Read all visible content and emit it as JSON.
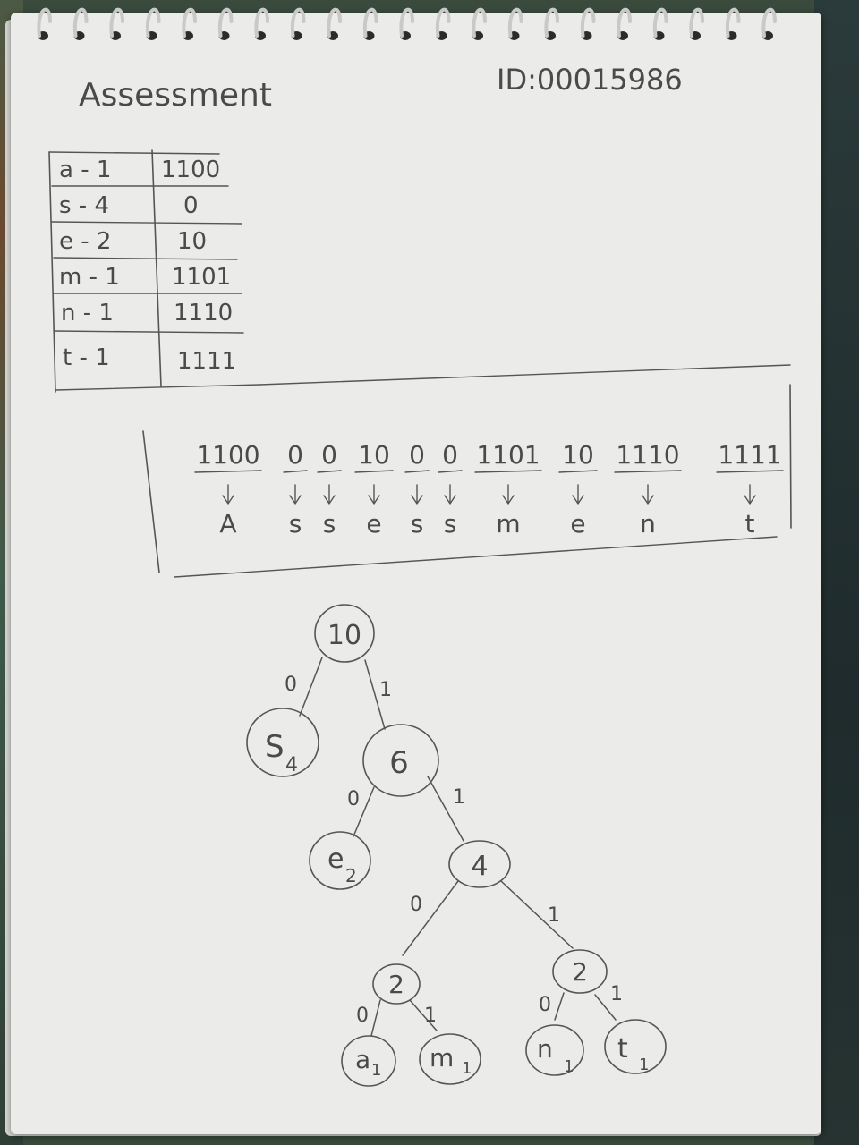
{
  "heading": "Assessment",
  "student_id": "ID:00015986",
  "code_table": [
    {
      "symbol": "a - 1",
      "code": "1100"
    },
    {
      "symbol": "s - 4",
      "code": "0"
    },
    {
      "symbol": "e - 2",
      "code": "10"
    },
    {
      "symbol": "m - 1",
      "code": "1101"
    },
    {
      "symbol": "n - 1",
      "code": "1110"
    },
    {
      "symbol": "t - 1",
      "code": "1111"
    }
  ],
  "decoding": [
    {
      "bits": "1100",
      "letter": "A"
    },
    {
      "bits": "0",
      "letter": "s"
    },
    {
      "bits": "0",
      "letter": "s"
    },
    {
      "bits": "10",
      "letter": "e"
    },
    {
      "bits": "0",
      "letter": "s"
    },
    {
      "bits": "0",
      "letter": "s"
    },
    {
      "bits": "1101",
      "letter": "m"
    },
    {
      "bits": "10",
      "letter": "e"
    },
    {
      "bits": "1110",
      "letter": "n"
    },
    {
      "bits": "1111",
      "letter": "t"
    }
  ],
  "tree": {
    "root": "10",
    "s_leaf": "S",
    "s_sub": "4",
    "n6": "6",
    "e_leaf": "e",
    "e_sub": "2",
    "n4": "4",
    "n2_left": "2",
    "n2_right": "2",
    "a_leaf": "a",
    "a_sub": "1",
    "m_leaf": "m",
    "m_sub": "1",
    "n_leaf": "n",
    "n_sub": "1",
    "t_leaf": "t",
    "t_sub": "1",
    "edge_zero": "0",
    "edge_one": "1"
  }
}
